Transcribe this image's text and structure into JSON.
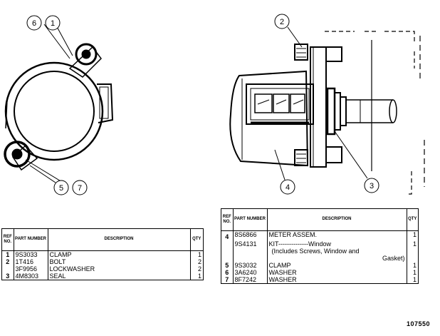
{
  "callouts": {
    "c1": "1",
    "c2": "2",
    "c3": "3",
    "c4": "4",
    "c5": "5",
    "c6": "6",
    "c7": "7"
  },
  "table_headers": {
    "ref": "REF NO.",
    "part": "PART NUMBER",
    "desc": "DESCRIPTION",
    "qty": "QTY"
  },
  "left_table": [
    {
      "ref": "1",
      "part": "9S3033",
      "desc": "CLAMP",
      "qty": "1"
    },
    {
      "ref": "2",
      "part": "1T416",
      "desc": "BOLT",
      "qty": "2"
    },
    {
      "ref": "",
      "part": "3F9956",
      "desc": "LOCKWASHER",
      "qty": "2"
    },
    {
      "ref": "3",
      "part": "4M8303",
      "desc": "SEAL",
      "qty": "1"
    }
  ],
  "right_table": [
    {
      "ref": "4",
      "part": "8S6866",
      "desc": "METER ASSEM.",
      "qty": "1"
    },
    {
      "ref": "",
      "part": "9S4131",
      "desc": "KIT--------------Window",
      "qty": "1"
    },
    {
      "ref": "",
      "part": "",
      "desc": "(Includes Screws, Window and",
      "qty": ""
    },
    {
      "ref": "",
      "part": "",
      "desc": "Gasket)",
      "qty": ""
    },
    {
      "ref": "5",
      "part": "9S3032",
      "desc": "CLAMP",
      "qty": "1"
    },
    {
      "ref": "6",
      "part": "3A6240",
      "desc": "WASHER",
      "qty": "1"
    },
    {
      "ref": "7",
      "part": "8F7242",
      "desc": "WASHER",
      "qty": "1"
    }
  ],
  "figure_number": "107550"
}
